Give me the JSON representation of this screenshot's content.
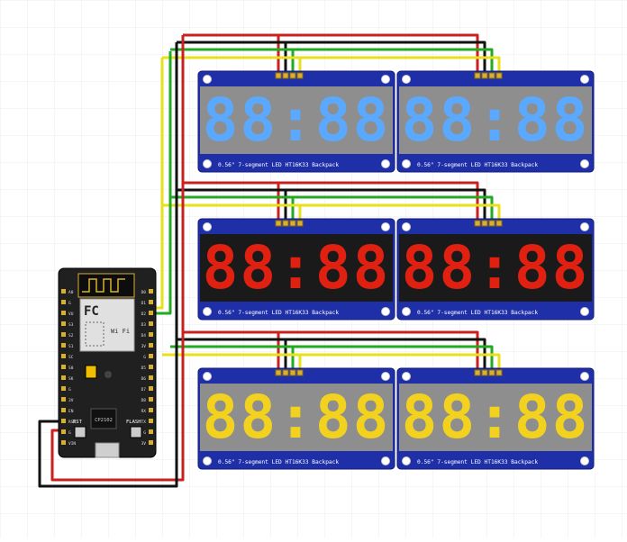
{
  "colors": {
    "background": "#ffffff",
    "grid": "#ececec",
    "board_pcb": "#1f2fa8",
    "board_edge": "#0f1a7a",
    "display_body": "#8e8e8e",
    "wire_red": "#cc1f1f",
    "wire_black": "#111111",
    "wire_green": "#22aa22",
    "wire_yellow": "#e8e01a",
    "mcu_pcb": "#202020",
    "header_pin": "#d8b030"
  },
  "displays": {
    "backpack_label": "0.56\" 7-segment LED HT16K33 Backpack",
    "digit_text": "88:88",
    "rows": [
      {
        "color_name": "blue",
        "segment_color": "#5aa9ff"
      },
      {
        "color_name": "red",
        "segment_color": "#e02010"
      },
      {
        "color_name": "yellow",
        "segment_color": "#f2d21e"
      }
    ]
  },
  "mcu": {
    "logo": "FC",
    "wifi_badge": "Wi Fi",
    "chip_label": "CP2102",
    "rst_label": "RST",
    "flash_label": "FLASH",
    "left_pins": [
      "A0",
      "G",
      "VU",
      "S3",
      "S2",
      "S1",
      "SC",
      "S0",
      "SK",
      "G",
      "3V",
      "EN",
      "RST",
      "G",
      "VIN"
    ],
    "right_pins": [
      "D0",
      "D1",
      "D2",
      "D3",
      "D4",
      "3V",
      "G",
      "D5",
      "D6",
      "D7",
      "D8",
      "RX",
      "TX",
      "G",
      "3V"
    ]
  }
}
